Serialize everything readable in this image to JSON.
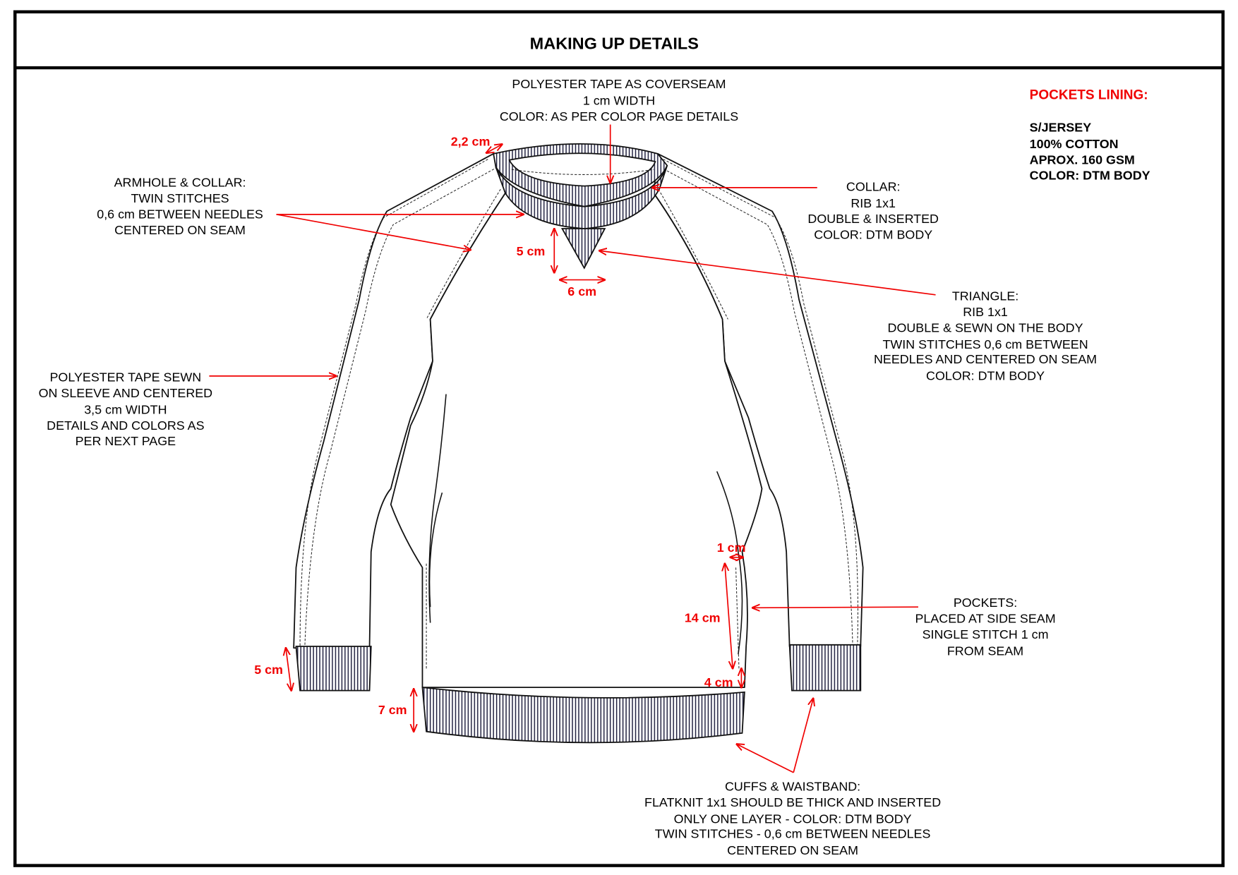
{
  "title": "MAKING UP DETAILS",
  "colors": {
    "annotation": "#f00000",
    "line": "#111111"
  },
  "pockets_lining": {
    "heading": "POCKETS LINING:",
    "lines": [
      "S/JERSEY",
      "100% COTTON",
      "APROX. 160 GSM",
      "COLOR: DTM BODY"
    ]
  },
  "callouts": {
    "coverseam": [
      "POLYESTER TAPE AS COVERSEAM",
      "1 cm WIDTH",
      "COLOR: AS PER COLOR PAGE DETAILS"
    ],
    "armhole": [
      "ARMHOLE & COLLAR:",
      "TWIN STITCHES",
      "0,6 cm BETWEEN NEEDLES",
      "CENTERED ON SEAM"
    ],
    "collar": [
      "COLLAR:",
      "RIB 1x1",
      "DOUBLE & INSERTED",
      "COLOR: DTM BODY"
    ],
    "triangle": [
      "TRIANGLE:",
      "RIB 1x1",
      "DOUBLE & SEWN ON THE BODY",
      "TWIN STITCHES 0,6 cm BETWEEN",
      "NEEDLES AND CENTERED ON SEAM",
      "COLOR: DTM BODY"
    ],
    "sleeve_tape": [
      "POLYESTER TAPE SEWN",
      "ON SLEEVE AND CENTERED",
      "3,5 cm WIDTH",
      "DETAILS AND COLORS AS",
      "PER NEXT PAGE"
    ],
    "pockets": [
      "POCKETS:",
      "PLACED AT SIDE SEAM",
      "SINGLE STITCH 1 cm",
      "FROM SEAM"
    ],
    "cuffs": [
      "CUFFS & WAISTBAND:",
      "FLATKNIT 1x1 SHOULD BE THICK AND INSERTED",
      "ONLY ONE LAYER - COLOR: DTM BODY",
      "TWIN STITCHES - 0,6 cm BETWEEN NEEDLES",
      "CENTERED ON SEAM"
    ]
  },
  "measurements": {
    "collar_width": "2,2 cm",
    "triangle_height": "5 cm",
    "triangle_width": "6 cm",
    "pocket_seam": "1 cm",
    "pocket_length": "14 cm",
    "pocket_bottom": "4 cm",
    "cuff_height": "5 cm",
    "waistband_height": "7 cm"
  }
}
